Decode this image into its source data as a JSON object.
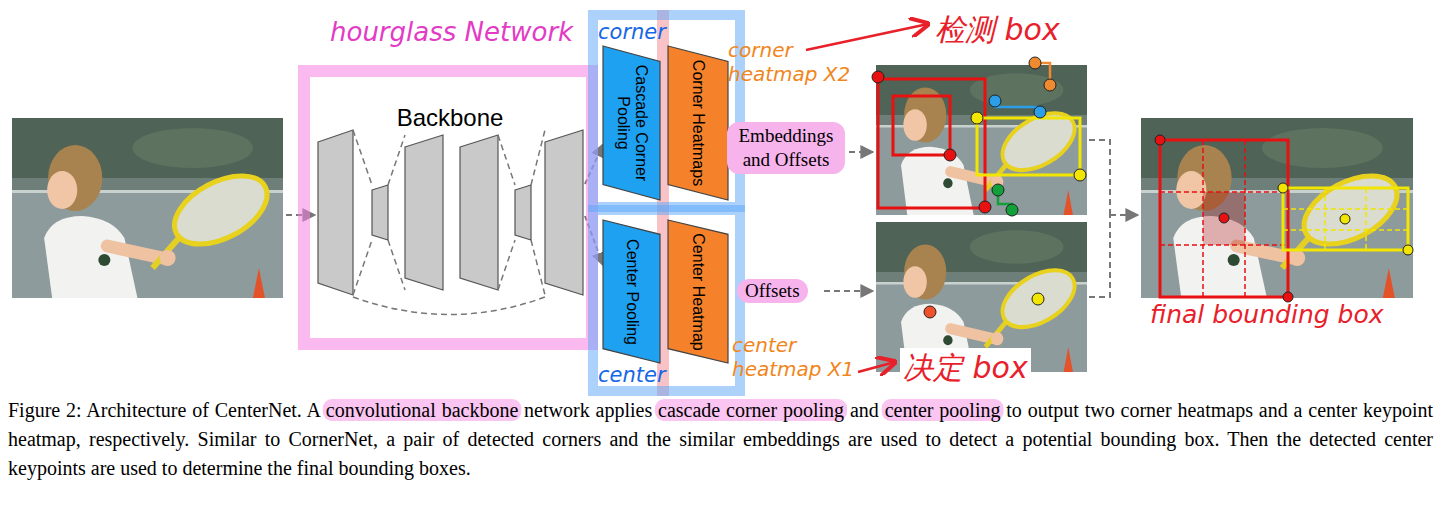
{
  "diagram": {
    "caption": "Figure 2: Architecture of CenterNet. A convolutional backbone network applies cascade corner pooling and center pooling to output two corner heatmaps and a center keypoint heatmap, respectively. Similar to CornerNet, a pair of detected corners and the similar embeddings are used to detect a potential bounding box. Then the detected center keypoints are used to determine the final bounding boxes.",
    "nodes": [
      {
        "text": [
          "hourglass Network"
        ]
      },
      {
        "text": [
          "Backbone"
        ],
        "in": 0
      },
      {
        "text": [
          "corner"
        ]
      },
      {
        "text": [
          "Cascade Corner Pooling"
        ],
        "in": 2
      },
      {
        "text": [
          "Corner Heatmaps"
        ],
        "in": 2
      },
      {
        "text": [
          "center"
        ]
      },
      {
        "text": [
          "Center Pooling"
        ],
        "in": 5
      },
      {
        "text": [
          "Center Heatmap"
        ],
        "in": 5
      }
    ],
    "edges": [
      {
        "from": 1,
        "to": 3,
        "arrow": "to"
      },
      {
        "from": 1,
        "to": 6,
        "arrow": "to"
      }
    ],
    "labels": [
      "corner heatmap X2",
      "检测 box",
      "Embeddings and Offsets",
      "Offsets",
      "center heatmap X1",
      "决定 box",
      "final bounding box"
    ]
  }
}
